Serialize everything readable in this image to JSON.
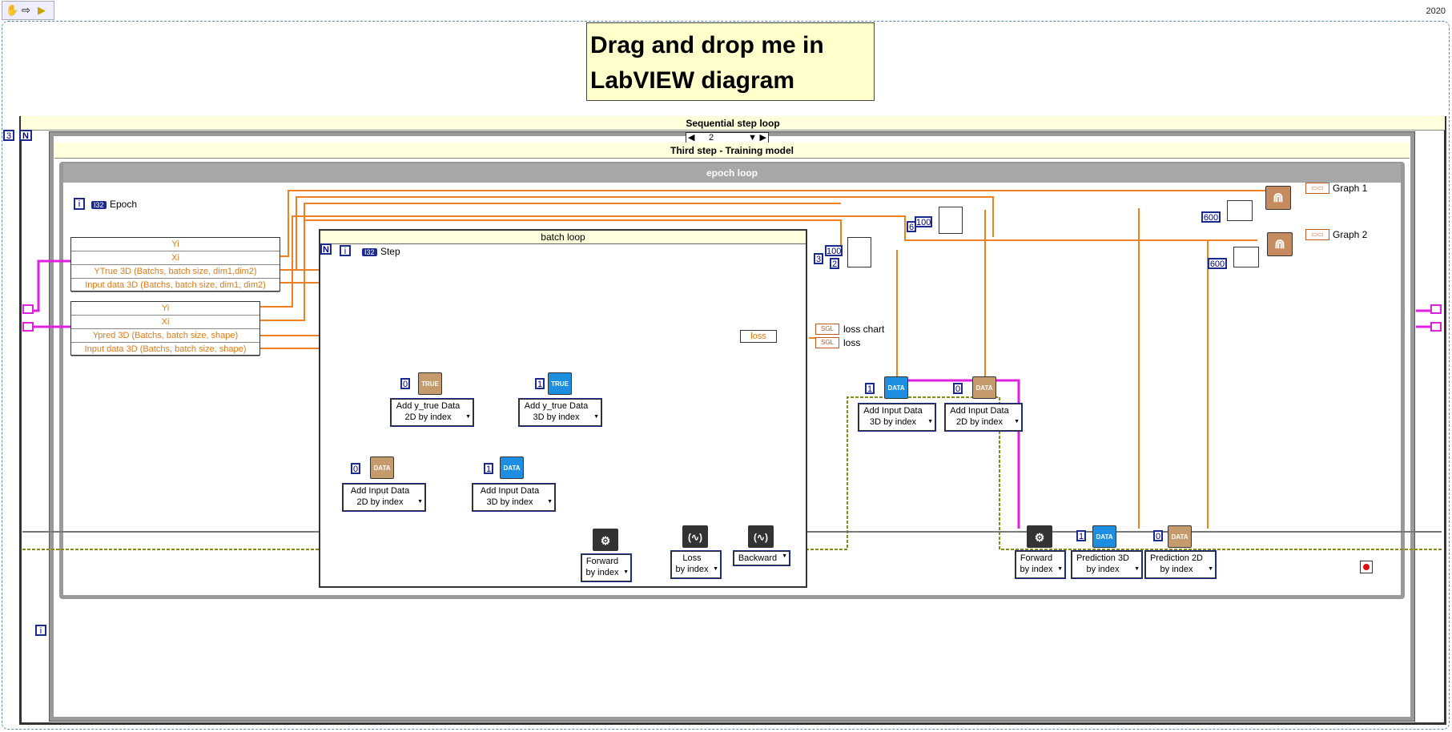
{
  "version": "2020",
  "comment": {
    "line1": "Drag and drop me in",
    "line2": "LabVIEW diagram"
  },
  "sequence": {
    "title": "Sequential step loop",
    "count": "3",
    "n_label": "N"
  },
  "case_structure": {
    "selector": "2",
    "title": "Third step - Training model"
  },
  "epoch_loop": {
    "title": "epoch loop",
    "index_label": "Epoch",
    "index_type": "I32",
    "i_label": "i"
  },
  "batch_loop": {
    "title": "batch loop",
    "index_label": "Step",
    "index_type": "I32",
    "n_label": "N",
    "i_label": "i"
  },
  "unbundle_y": {
    "rows": [
      "Yi",
      "Xi",
      "YTrue 3D (Batchs, batch size, dim1,dim2)",
      "Input data 3D (Batchs, batch size, dim1, dim2)"
    ]
  },
  "unbundle_pred": {
    "rows": [
      "Yi",
      "Xi",
      "Ypred 3D (Batchs, batch size, shape)",
      "Input data 3D (Batchs, batch size, shape)"
    ]
  },
  "batch_nodes": [
    {
      "const": "0",
      "icon": "TRUE",
      "label": "Add y_true Data\n2D by index"
    },
    {
      "const": "1",
      "icon": "TRUE",
      "label": "Add y_true Data\n3D by index"
    },
    {
      "const": "0",
      "icon": "DATA",
      "label": "Add Input Data\n2D by index"
    },
    {
      "const": "1",
      "icon": "DATA",
      "label": "Add Input Data\n3D by index"
    }
  ],
  "forward": {
    "label": "Forward\nby index"
  },
  "loss": {
    "label": "Loss\nby index",
    "name": "loss"
  },
  "backward": {
    "label": "Backward"
  },
  "indicators": {
    "loss_chart": "loss chart",
    "loss": "loss",
    "sgl": "SGL",
    "graph1": "Graph 1",
    "graph2": "Graph 2"
  },
  "constants": {
    "c100a": "100",
    "c3": "3",
    "c2": "2",
    "c6": "6",
    "c100b": "100",
    "c600a": "600",
    "c600b": "600"
  },
  "after_nodes": [
    {
      "const": "1",
      "icon": "DATA",
      "label": "Add Input Data\n3D by index"
    },
    {
      "const": "0",
      "icon": "DATA",
      "label": "Add Input Data\n2D by index"
    }
  ],
  "pred_nodes": [
    {
      "label": "Forward\nby index"
    },
    {
      "const": "1",
      "icon": "DATA",
      "label": "Prediction 3D\nby index"
    },
    {
      "const": "0",
      "icon": "DATA",
      "label": "Prediction 2D\nby index"
    }
  ],
  "seq_i": "i"
}
